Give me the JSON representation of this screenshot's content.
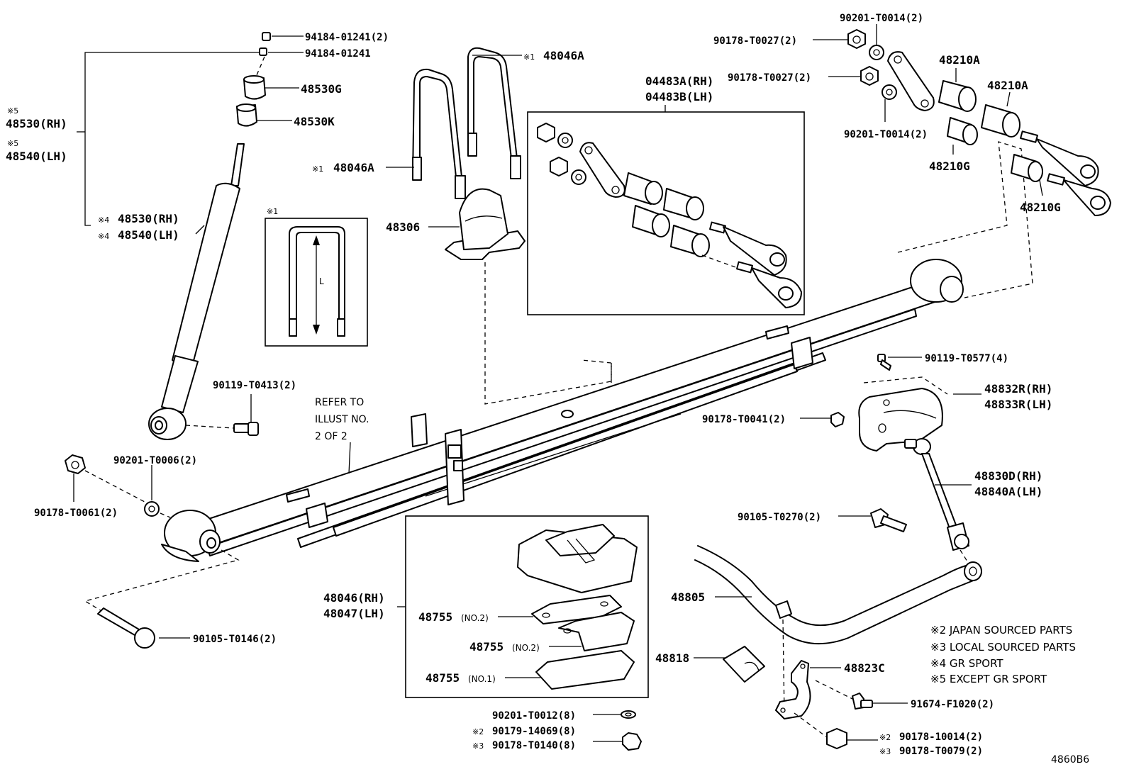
{
  "labels": {
    "p94184_2": "94184-01241(2)",
    "p94184": "94184-01241",
    "p48530G": "48530G",
    "p48530K": "48530K",
    "x5a": "※5",
    "p48530RH": "48530(RH)",
    "x5b": "※5",
    "p48540LH": "48540(LH)",
    "x4a": "※4",
    "p48530RH_gr": "48530(RH)",
    "x4b": "※4",
    "p48540LH_gr": "48540(LH)",
    "x1a": "※1",
    "p48046A_top": "48046A",
    "x1b": "※1",
    "p48046A_left": "48046A",
    "p48306": "48306",
    "x1c": "※1",
    "dim_L": "L",
    "p04483A": "04483A(RH)",
    "p04483B": "04483B(LH)",
    "p90201_T0014_top": "90201-T0014(2)",
    "p90178_T0027_a": "90178-T0027(2)",
    "p90178_T0027_b": "90178-T0027(2)",
    "p90201_T0014_mid": "90201-T0014(2)",
    "p48210A_a": "48210A",
    "p48210A_b": "48210A",
    "p48210G_a": "48210G",
    "p48210G_b": "48210G",
    "p90119_T0413": "90119-T0413(2)",
    "refer1": "REFER TO",
    "refer2": "ILLUST NO.",
    "refer3": "2 OF 2",
    "p90119_T0577": "90119-T0577(4)",
    "p48832R": "48832R(RH)",
    "p48833R": "48833R(LH)",
    "p90178_T0041": "90178-T0041(2)",
    "p90201_T0006": "90201-T0006(2)",
    "p90178_T0061": "90178-T0061(2)",
    "p48830D": "48830D(RH)",
    "p48840A": "48840A(LH)",
    "p90105_T0270": "90105-T0270(2)",
    "p48046RH": "48046(RH)",
    "p48047LH": "48047(LH)",
    "p48755_no2a": "48755",
    "no2a": "(NO.2)",
    "p48755_no2b": "48755",
    "no2b": "(NO.2)",
    "p48755_no1": "48755",
    "no1": "(NO.1)",
    "p48805": "48805",
    "p90105_T0146": "90105-T0146(2)",
    "p48818": "48818",
    "p48823C": "48823C",
    "p90201_T0012": "90201-T0012(8)",
    "x2a": "※2",
    "p90179_14069": "90179-14069(8)",
    "x3a": "※3",
    "p90178_T0140": "90178-T0140(8)",
    "p91674_F1020": "91674-F1020(2)",
    "x2b": "※2",
    "p90178_10014": "90178-10014(2)",
    "x3b": "※3",
    "p90178_T0079": "90178-T0079(2)"
  },
  "notes": [
    "※2 JAPAN SOURCED PARTS",
    "※3 LOCAL SOURCED PARTS",
    "※4 GR SPORT",
    "※5 EXCEPT GR SPORT"
  ],
  "figure_code": "4860B6"
}
